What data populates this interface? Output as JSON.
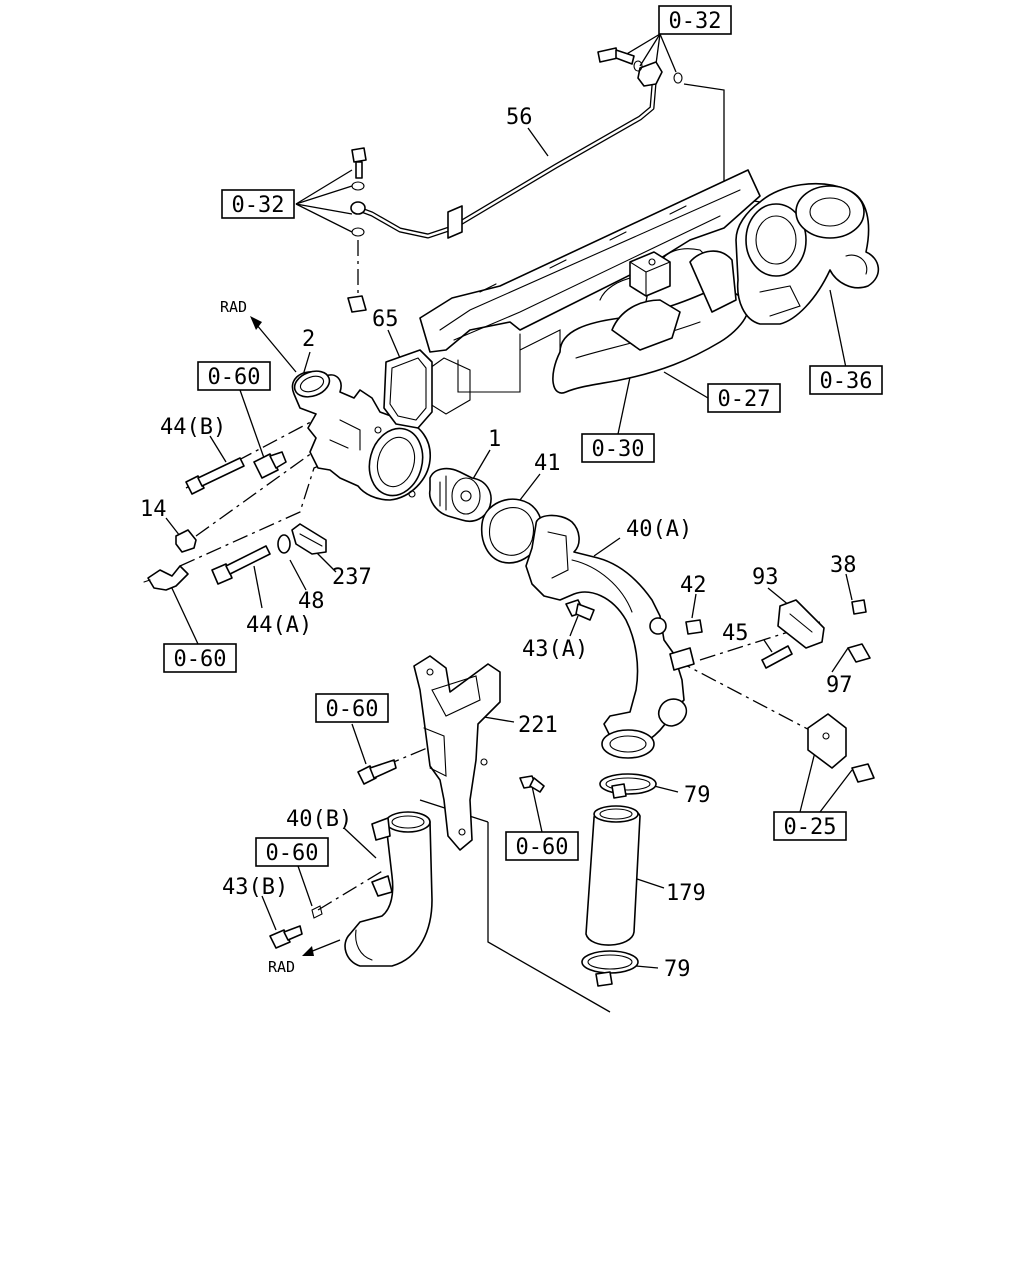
{
  "diagram": {
    "labels": {
      "p56": "56",
      "p2": "2",
      "p65": "65",
      "p1": "1",
      "p41": "41",
      "p44b": "44(B)",
      "p14": "14",
      "p237": "237",
      "p48": "48",
      "p44a": "44(A)",
      "p40a": "40(A)",
      "p42": "42",
      "p93": "93",
      "p38": "38",
      "p45": "45",
      "p97": "97",
      "p43a": "43(A)",
      "p221": "221",
      "p79a": "79",
      "p179": "179",
      "p79b": "79",
      "p40b": "40(B)",
      "p43b": "43(B)"
    },
    "refs": {
      "r032top": "0-32",
      "r032left": "0-32",
      "r060a": "0-60",
      "r036": "0-36",
      "r027": "0-27",
      "r030": "0-30",
      "r060b": "0-60",
      "r060c": "0-60",
      "r060d": "0-60",
      "r025": "0-25",
      "r060e": "0-60"
    },
    "direction": {
      "rad_top": "RAD",
      "rad_bottom": "RAD"
    }
  }
}
